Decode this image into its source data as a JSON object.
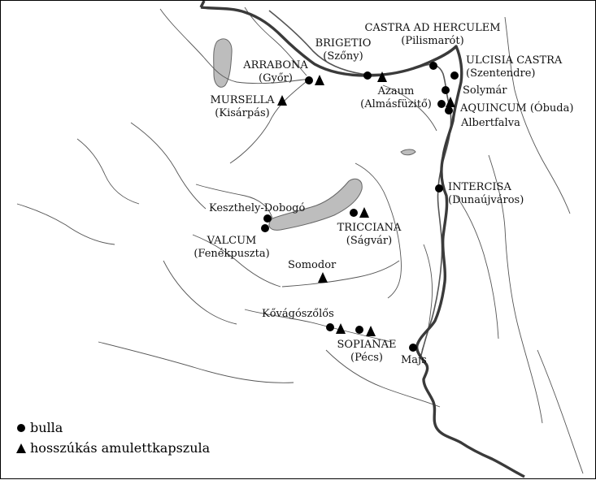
{
  "legend": {
    "bulla": "bulla",
    "amulet": "hosszúkás amulettkapszula"
  },
  "labels": {
    "castra_ad_herculem": "CASTRA AD HERCULEM",
    "pilismarot": "(Pilismarót)",
    "brigetio": "BRIGETIO",
    "szony": "(Szőny)",
    "ulcisia_castra": "ULCISIA CASTRA",
    "szentendre": "(Szentendre)",
    "arrabona": "ARRABONA",
    "gyor": "(Győr)",
    "azaum": "Azaum",
    "almasfuzito": "(Almásfüzitő)",
    "solymar": "Solymár",
    "mursella": "MURSELLA",
    "kisarpas": "(Kisárpás)",
    "aquincum": "AQUINCUM (Óbuda)",
    "albertfalva": "Albertfalva",
    "intercisa": "INTERCISA",
    "dunaujvaros": "(Dunaújváros)",
    "keszthely": "Keszthely-Dobogó",
    "tricciana": "TRICCIANA",
    "sagvar": "(Ságvár)",
    "valcum": "VALCUM",
    "fenekpuszta": "(Fenékpuszta)",
    "somodor": "Somodor",
    "kovagoszolos": "Kővágószőlős",
    "sopianae": "SOPIANAE",
    "pecs": "(Pécs)",
    "majs": "Majs"
  },
  "colors": {
    "border": "#3a3a3a",
    "water": "#bdbdbd",
    "river": "#555555",
    "marker": "#000000"
  },
  "symbols": {
    "bulla": "filled-circle",
    "amulet": "filled-triangle"
  }
}
